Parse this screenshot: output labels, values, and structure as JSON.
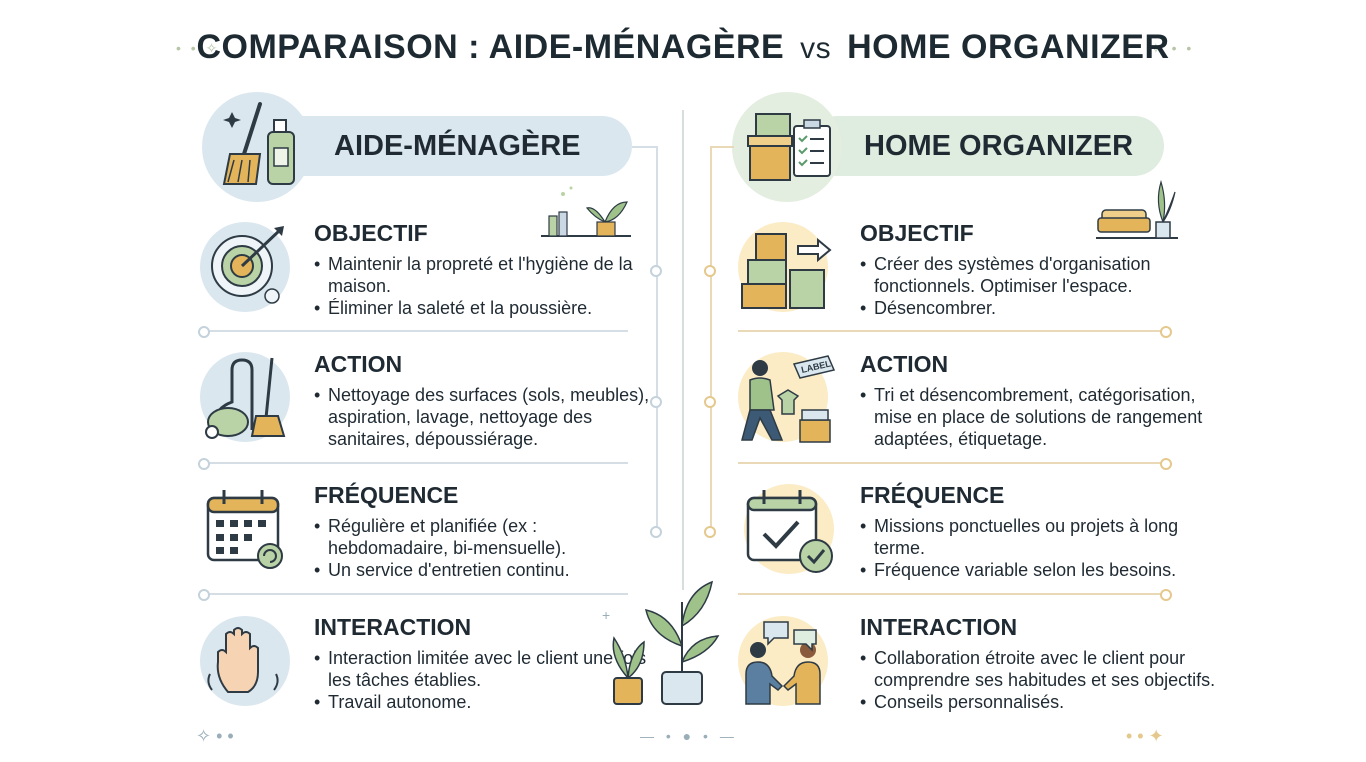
{
  "title": {
    "left": "COMPARAISON : AIDE-MÉNAGÈRE",
    "vs": "vs",
    "right": "HOME ORGANIZER"
  },
  "left": {
    "header": "AIDE-MÉNAGÈRE",
    "sections": [
      {
        "title": "OBJECTIF",
        "items": [
          "Maintenir la propreté et l'hygiène de la maison.",
          "Éliminer la saleté et la poussière."
        ]
      },
      {
        "title": "ACTION",
        "items": [
          "Nettoyage des surfaces (sols, meubles), aspiration, lavage, nettoyage des sanitaires, dépoussiérage."
        ]
      },
      {
        "title": "FRÉQUENCE",
        "items": [
          "Régulière et planifiée (ex : hebdomadaire, bi-mensuelle).",
          "Un service d'entretien continu."
        ]
      },
      {
        "title": "INTERACTION",
        "items": [
          "Interaction limitée avec le client une fois les tâches établies.",
          "Travail autonome."
        ]
      }
    ]
  },
  "right": {
    "header": "HOME ORGANIZER",
    "label_tag": "LABEL",
    "sections": [
      {
        "title": "OBJECTIF",
        "items": [
          "Créer des systèmes d'organisation fonctionnels. Optimiser l'espace.",
          "Désencombrer."
        ]
      },
      {
        "title": "ACTION",
        "items": [
          "Tri et désencombrement, catégorisation, mise en place de solutions de rangement adaptées, étiquetage."
        ]
      },
      {
        "title": "FRÉQUENCE",
        "items": [
          "Missions ponctuelles ou projets à long terme.",
          "Fréquence variable selon les besoins."
        ]
      },
      {
        "title": "INTERACTION",
        "items": [
          "Collaboration étroite avec le client pour comprendre ses habitudes et ses objectifs.",
          "Conseils personnalisés."
        ]
      }
    ]
  },
  "colors": {
    "left_accent": "#dbe7ef",
    "right_accent": "#dfece0",
    "left_line": "#d5dee4",
    "right_line": "#ead9b6",
    "ink": "#1f2a33"
  }
}
